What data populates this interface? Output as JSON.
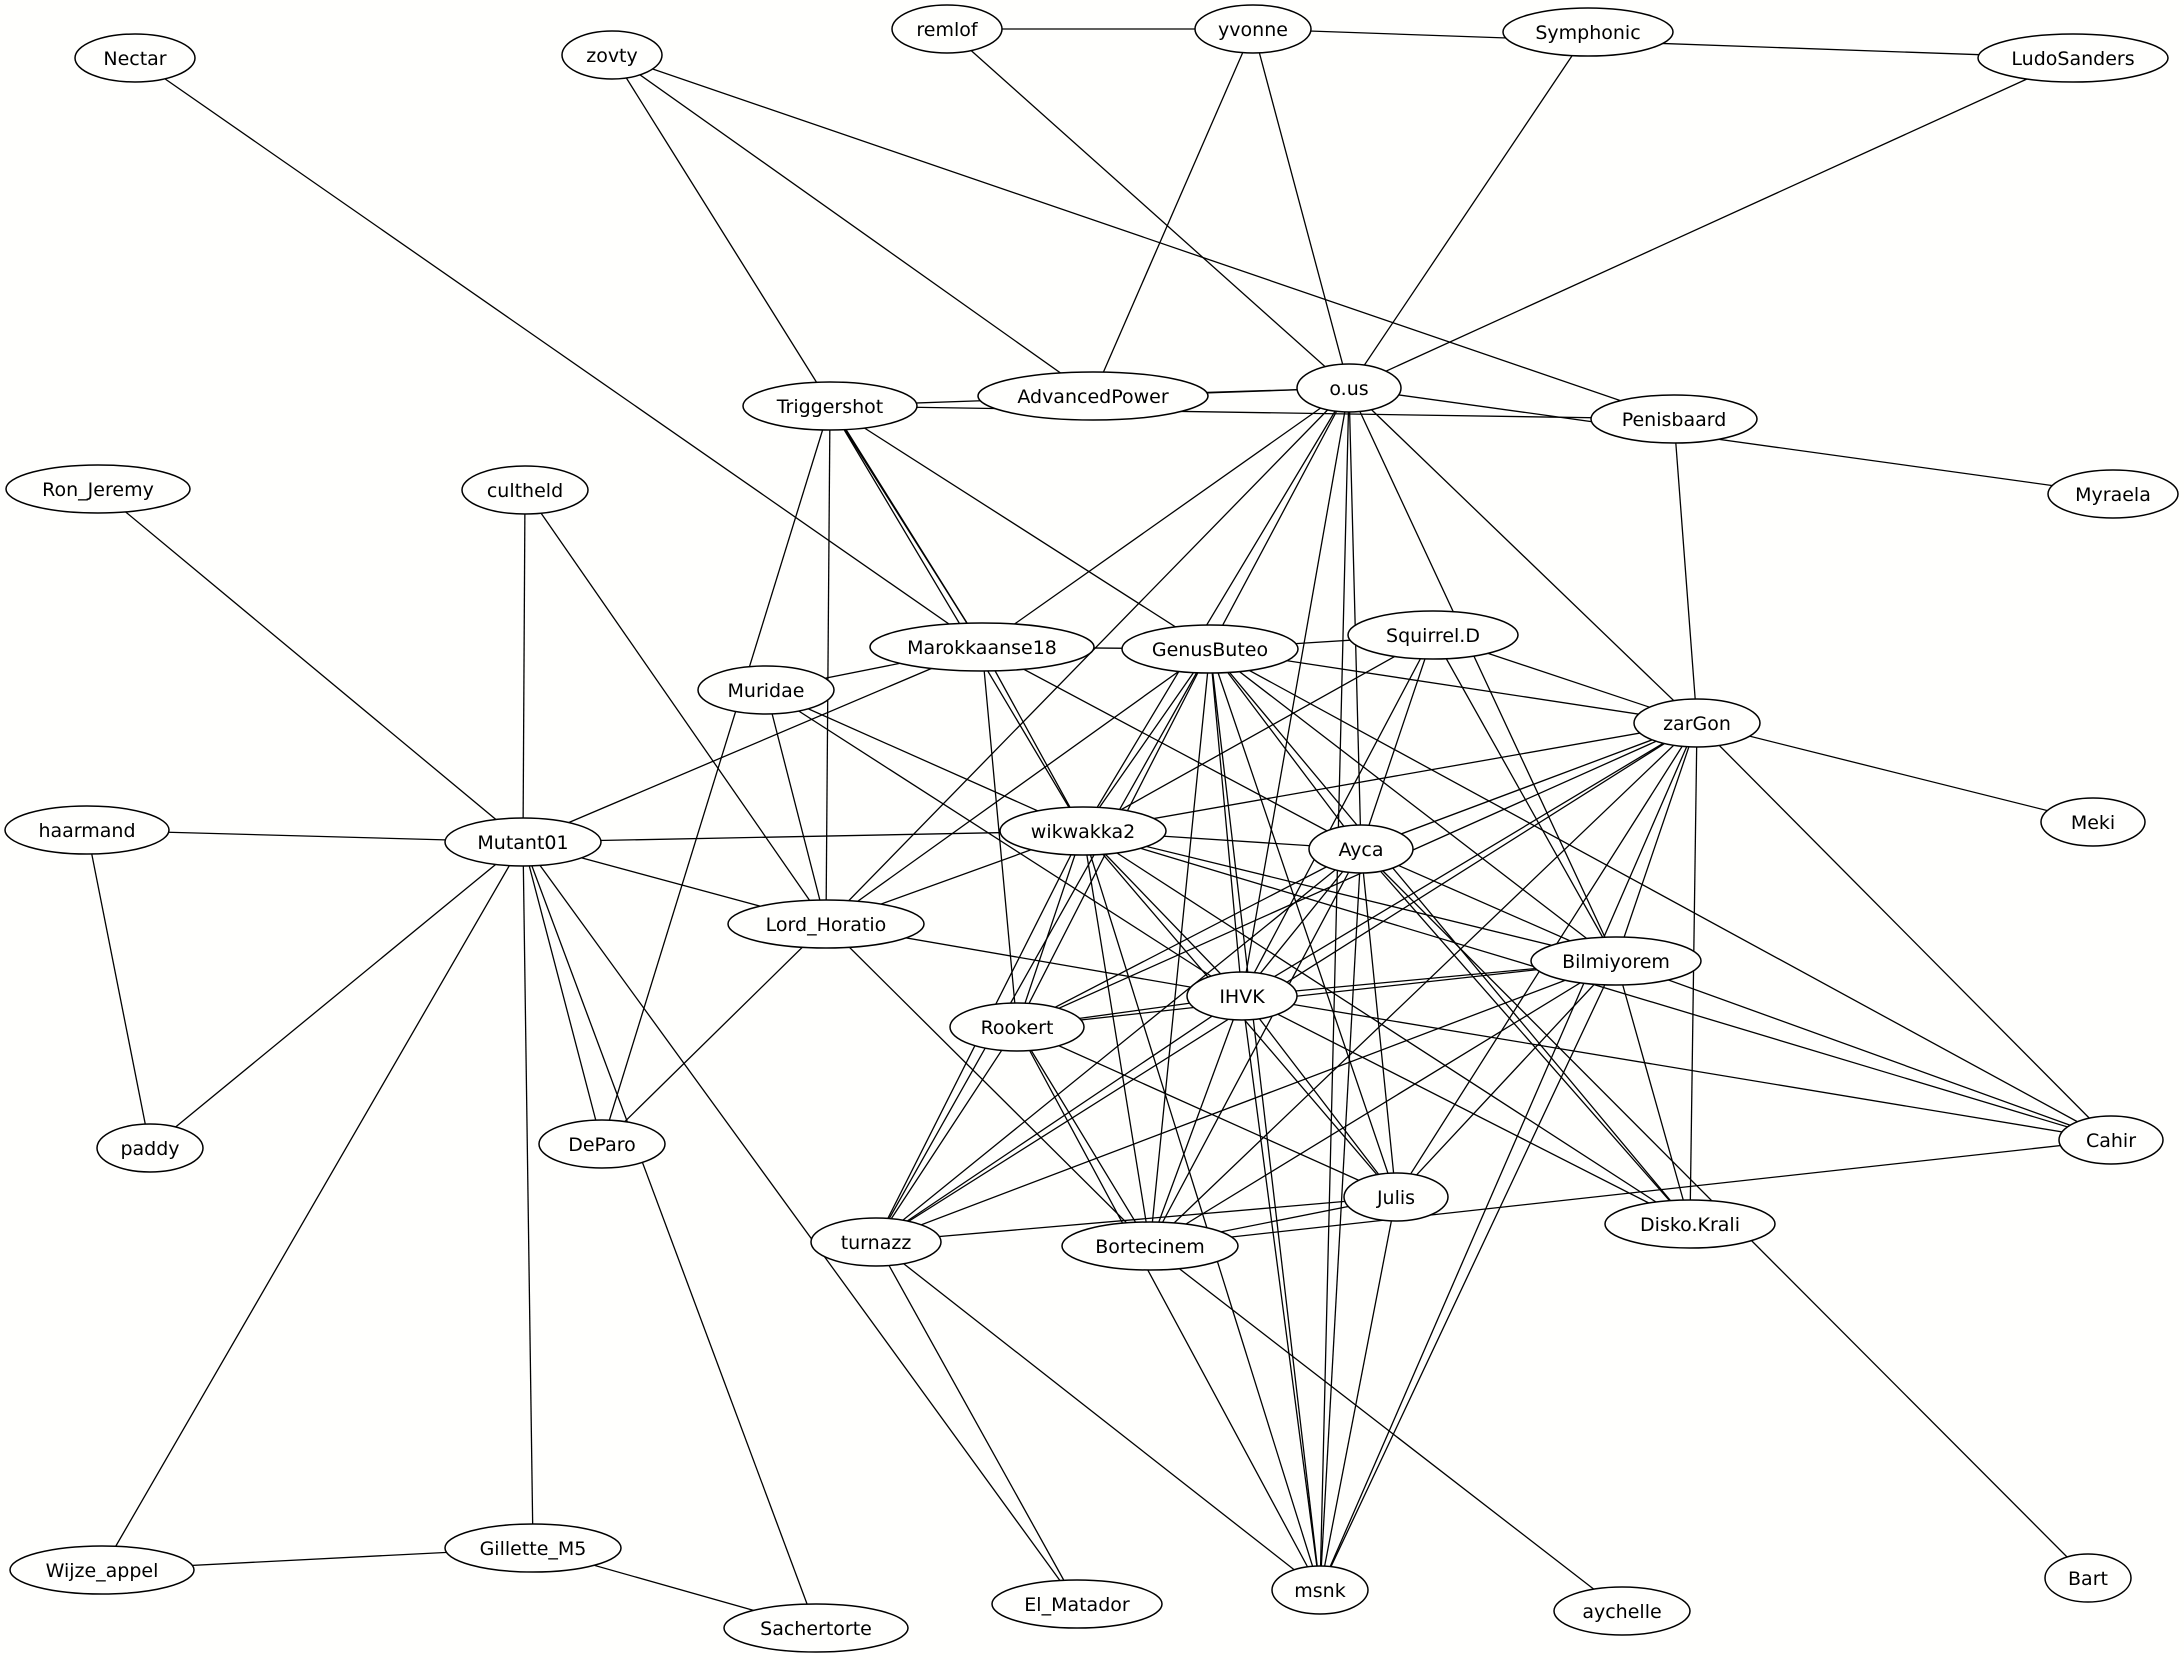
{
  "nodes": [
    {
      "id": "Nectar",
      "label": "Nectar"
    },
    {
      "id": "zovty",
      "label": "zovty"
    },
    {
      "id": "remlof",
      "label": "remlof"
    },
    {
      "id": "yvonne",
      "label": "yvonne"
    },
    {
      "id": "Symphonic",
      "label": "Symphonic"
    },
    {
      "id": "LudoSanders",
      "label": "LudoSanders"
    },
    {
      "id": "Triggershot",
      "label": "Triggershot"
    },
    {
      "id": "AdvancedPower",
      "label": "AdvancedPower"
    },
    {
      "id": "o.us",
      "label": "o.us"
    },
    {
      "id": "Penisbaard",
      "label": "Penisbaard"
    },
    {
      "id": "Myraela",
      "label": "Myraela"
    },
    {
      "id": "Ron_Jeremy",
      "label": "Ron_Jeremy"
    },
    {
      "id": "cultheld",
      "label": "cultheld"
    },
    {
      "id": "Marokkaanse18",
      "label": "Marokkaanse18"
    },
    {
      "id": "GenusButeo",
      "label": "GenusButeo"
    },
    {
      "id": "Squirrel.D",
      "label": "Squirrel.D"
    },
    {
      "id": "Muridae",
      "label": "Muridae"
    },
    {
      "id": "zarGon",
      "label": "zarGon"
    },
    {
      "id": "Meki",
      "label": "Meki"
    },
    {
      "id": "haarmand",
      "label": "haarmand"
    },
    {
      "id": "Mutant01",
      "label": "Mutant01"
    },
    {
      "id": "wikwakka2",
      "label": "wikwakka2"
    },
    {
      "id": "Ayca",
      "label": "Ayca"
    },
    {
      "id": "Lord_Horatio",
      "label": "Lord_Horatio"
    },
    {
      "id": "Bilmiyorem",
      "label": "Bilmiyorem"
    },
    {
      "id": "IHVK",
      "label": "IHVK"
    },
    {
      "id": "Rookert",
      "label": "Rookert"
    },
    {
      "id": "paddy",
      "label": "paddy"
    },
    {
      "id": "DeParo",
      "label": "DeParo"
    },
    {
      "id": "Cahir",
      "label": "Cahir"
    },
    {
      "id": "Julis",
      "label": "Julis"
    },
    {
      "id": "turnazz",
      "label": "turnazz"
    },
    {
      "id": "Bortecinem",
      "label": "Bortecinem"
    },
    {
      "id": "Disko.Krali",
      "label": "Disko.Krali"
    },
    {
      "id": "Wijze_appel",
      "label": "Wijze_appel"
    },
    {
      "id": "Gillette_M5",
      "label": "Gillette_M5"
    },
    {
      "id": "El_Matador",
      "label": "El_Matador"
    },
    {
      "id": "msnk",
      "label": "msnk"
    },
    {
      "id": "aychelle",
      "label": "aychelle"
    },
    {
      "id": "Bart",
      "label": "Bart"
    },
    {
      "id": "Sachertorte",
      "label": "Sachertorte"
    }
  ],
  "edges": [
    [
      "remlof",
      "yvonne"
    ],
    [
      "yvonne",
      "LudoSanders"
    ],
    [
      "yvonne",
      "AdvancedPower"
    ],
    [
      "yvonne",
      "o.us"
    ],
    [
      "remlof",
      "o.us"
    ],
    [
      "Symphonic",
      "o.us"
    ],
    [
      "LudoSanders",
      "o.us"
    ],
    [
      "zovty",
      "AdvancedPower"
    ],
    [
      "zovty",
      "Penisbaard"
    ],
    [
      "zovty",
      "Marokkaanse18"
    ],
    [
      "Nectar",
      "Marokkaanse18"
    ],
    [
      "AdvancedPower",
      "o.us"
    ],
    [
      "Triggershot",
      "o.us"
    ],
    [
      "Triggershot",
      "Penisbaard"
    ],
    [
      "o.us",
      "Myraela"
    ],
    [
      "Penisbaard",
      "zarGon"
    ],
    [
      "o.us",
      "Marokkaanse18"
    ],
    [
      "o.us",
      "GenusButeo"
    ],
    [
      "o.us",
      "wikwakka2"
    ],
    [
      "o.us",
      "Lord_Horatio"
    ],
    [
      "o.us",
      "Ayca"
    ],
    [
      "o.us",
      "IHVK"
    ],
    [
      "o.us",
      "Bilmiyorem"
    ],
    [
      "o.us",
      "zarGon"
    ],
    [
      "o.us",
      "msnk"
    ],
    [
      "Triggershot",
      "Marokkaanse18"
    ],
    [
      "Triggershot",
      "GenusButeo"
    ],
    [
      "Triggershot",
      "wikwakka2"
    ],
    [
      "Triggershot",
      "Lord_Horatio"
    ],
    [
      "Triggershot",
      "DeParo"
    ],
    [
      "Ron_Jeremy",
      "Mutant01"
    ],
    [
      "cultheld",
      "Mutant01"
    ],
    [
      "cultheld",
      "Lord_Horatio"
    ],
    [
      "Marokkaanse18",
      "GenusButeo"
    ],
    [
      "Marokkaanse18",
      "Mutant01"
    ],
    [
      "Marokkaanse18",
      "wikwakka2"
    ],
    [
      "Marokkaanse18",
      "Ayca"
    ],
    [
      "Marokkaanse18",
      "Rookert"
    ],
    [
      "GenusButeo",
      "Squirrel.D"
    ],
    [
      "GenusButeo",
      "zarGon"
    ],
    [
      "GenusButeo",
      "wikwakka2"
    ],
    [
      "GenusButeo",
      "Lord_Horatio"
    ],
    [
      "GenusButeo",
      "Ayca"
    ],
    [
      "GenusButeo",
      "IHVK"
    ],
    [
      "GenusButeo",
      "Rookert"
    ],
    [
      "GenusButeo",
      "turnazz"
    ],
    [
      "GenusButeo",
      "Bortecinem"
    ],
    [
      "GenusButeo",
      "Julis"
    ],
    [
      "GenusButeo",
      "Bilmiyorem"
    ],
    [
      "GenusButeo",
      "Disko.Krali"
    ],
    [
      "GenusButeo",
      "Cahir"
    ],
    [
      "GenusButeo",
      "msnk"
    ],
    [
      "Squirrel.D",
      "zarGon"
    ],
    [
      "Squirrel.D",
      "wikwakka2"
    ],
    [
      "Squirrel.D",
      "Ayca"
    ],
    [
      "Squirrel.D",
      "Bilmiyorem"
    ],
    [
      "Squirrel.D",
      "IHVK"
    ],
    [
      "Muridae",
      "Marokkaanse18"
    ],
    [
      "Muridae",
      "wikwakka2"
    ],
    [
      "Muridae",
      "Lord_Horatio"
    ],
    [
      "Muridae",
      "IHVK"
    ],
    [
      "zarGon",
      "Meki"
    ],
    [
      "zarGon",
      "wikwakka2"
    ],
    [
      "zarGon",
      "Ayca"
    ],
    [
      "zarGon",
      "Bilmiyorem"
    ],
    [
      "zarGon",
      "IHVK"
    ],
    [
      "zarGon",
      "Rookert"
    ],
    [
      "zarGon",
      "Cahir"
    ],
    [
      "zarGon",
      "Disko.Krali"
    ],
    [
      "zarGon",
      "Julis"
    ],
    [
      "zarGon",
      "Bortecinem"
    ],
    [
      "zarGon",
      "turnazz"
    ],
    [
      "zarGon",
      "msnk"
    ],
    [
      "haarmand",
      "Mutant01"
    ],
    [
      "haarmand",
      "paddy"
    ],
    [
      "Mutant01",
      "wikwakka2"
    ],
    [
      "Mutant01",
      "Lord_Horatio"
    ],
    [
      "Mutant01",
      "paddy"
    ],
    [
      "Mutant01",
      "DeParo"
    ],
    [
      "Mutant01",
      "Wijze_appel"
    ],
    [
      "Mutant01",
      "Gillette_M5"
    ],
    [
      "Mutant01",
      "Sachertorte"
    ],
    [
      "Mutant01",
      "El_Matador"
    ],
    [
      "wikwakka2",
      "Ayca"
    ],
    [
      "wikwakka2",
      "Lord_Horatio"
    ],
    [
      "wikwakka2",
      "IHVK"
    ],
    [
      "wikwakka2",
      "Rookert"
    ],
    [
      "wikwakka2",
      "Bilmiyorem"
    ],
    [
      "wikwakka2",
      "turnazz"
    ],
    [
      "wikwakka2",
      "Bortecinem"
    ],
    [
      "wikwakka2",
      "Julis"
    ],
    [
      "wikwakka2",
      "Disko.Krali"
    ],
    [
      "wikwakka2",
      "msnk"
    ],
    [
      "wikwakka2",
      "Cahir"
    ],
    [
      "Ayca",
      "IHVK"
    ],
    [
      "Ayca",
      "Rookert"
    ],
    [
      "Ayca",
      "Bilmiyorem"
    ],
    [
      "Ayca",
      "turnazz"
    ],
    [
      "Ayca",
      "Bortecinem"
    ],
    [
      "Ayca",
      "Julis"
    ],
    [
      "Ayca",
      "Disko.Krali"
    ],
    [
      "Ayca",
      "msnk"
    ],
    [
      "Ayca",
      "Bart"
    ],
    [
      "Lord_Horatio",
      "IHVK"
    ],
    [
      "Lord_Horatio",
      "DeParo"
    ],
    [
      "Lord_Horatio",
      "Bortecinem"
    ],
    [
      "Bilmiyorem",
      "IHVK"
    ],
    [
      "Bilmiyorem",
      "Rookert"
    ],
    [
      "Bilmiyorem",
      "turnazz"
    ],
    [
      "Bilmiyorem",
      "Bortecinem"
    ],
    [
      "Bilmiyorem",
      "Julis"
    ],
    [
      "Bilmiyorem",
      "Disko.Krali"
    ],
    [
      "Bilmiyorem",
      "Cahir"
    ],
    [
      "Bilmiyorem",
      "msnk"
    ],
    [
      "IHVK",
      "Rookert"
    ],
    [
      "IHVK",
      "turnazz"
    ],
    [
      "IHVK",
      "Bortecinem"
    ],
    [
      "IHVK",
      "Julis"
    ],
    [
      "IHVK",
      "Disko.Krali"
    ],
    [
      "IHVK",
      "msnk"
    ],
    [
      "IHVK",
      "Cahir"
    ],
    [
      "Rookert",
      "turnazz"
    ],
    [
      "Rookert",
      "Bortecinem"
    ],
    [
      "Rookert",
      "Julis"
    ],
    [
      "Rookert",
      "msnk"
    ],
    [
      "turnazz",
      "Julis"
    ],
    [
      "turnazz",
      "El_Matador"
    ],
    [
      "turnazz",
      "msnk"
    ],
    [
      "Bortecinem",
      "Julis"
    ],
    [
      "Bortecinem",
      "Cahir"
    ],
    [
      "Bortecinem",
      "aychelle"
    ],
    [
      "Julis",
      "msnk"
    ],
    [
      "Wijze_appel",
      "Gillette_M5"
    ],
    [
      "Gillette_M5",
      "Sachertorte"
    ]
  ]
}
